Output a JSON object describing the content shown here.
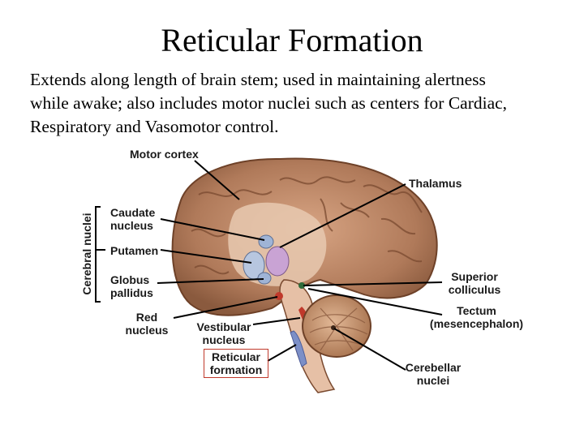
{
  "title": "Reticular Formation",
  "description_lines": [
    "Extends along length of brain stem; used in maintaining alertness",
    "while awake; also includes motor nuclei such as centers for Cardiac,",
    "Respiratory and Vasomotor control."
  ],
  "labels": {
    "motor_cortex": "Motor cortex",
    "thalamus": "Thalamus",
    "cerebral_nuclei": "Cerebral nuclei",
    "caudate_1": "Caudate",
    "caudate_2": "nucleus",
    "putamen": "Putamen",
    "globus_1": "Globus",
    "globus_2": "pallidus",
    "red_1": "Red",
    "red_2": "nucleus",
    "vestibular_1": "Vestibular",
    "vestibular_2": "nucleus",
    "reticular_1": "Reticular",
    "reticular_2": "formation",
    "superior_1": "Superior",
    "superior_2": "colliculus",
    "tectum_1": "Tectum",
    "tectum_2": "(mesencephalon)",
    "cerebellar_1": "Cerebellar",
    "cerebellar_2": "nuclei"
  },
  "colors": {
    "brain": "#b07a5a",
    "brain_dark": "#7a4a30",
    "nuclei_blue": "#9fb4d6",
    "thalamus_purple": "#c9a3d4",
    "red_nucleus": "#c0392b",
    "highlight_box": "#c0392b"
  }
}
